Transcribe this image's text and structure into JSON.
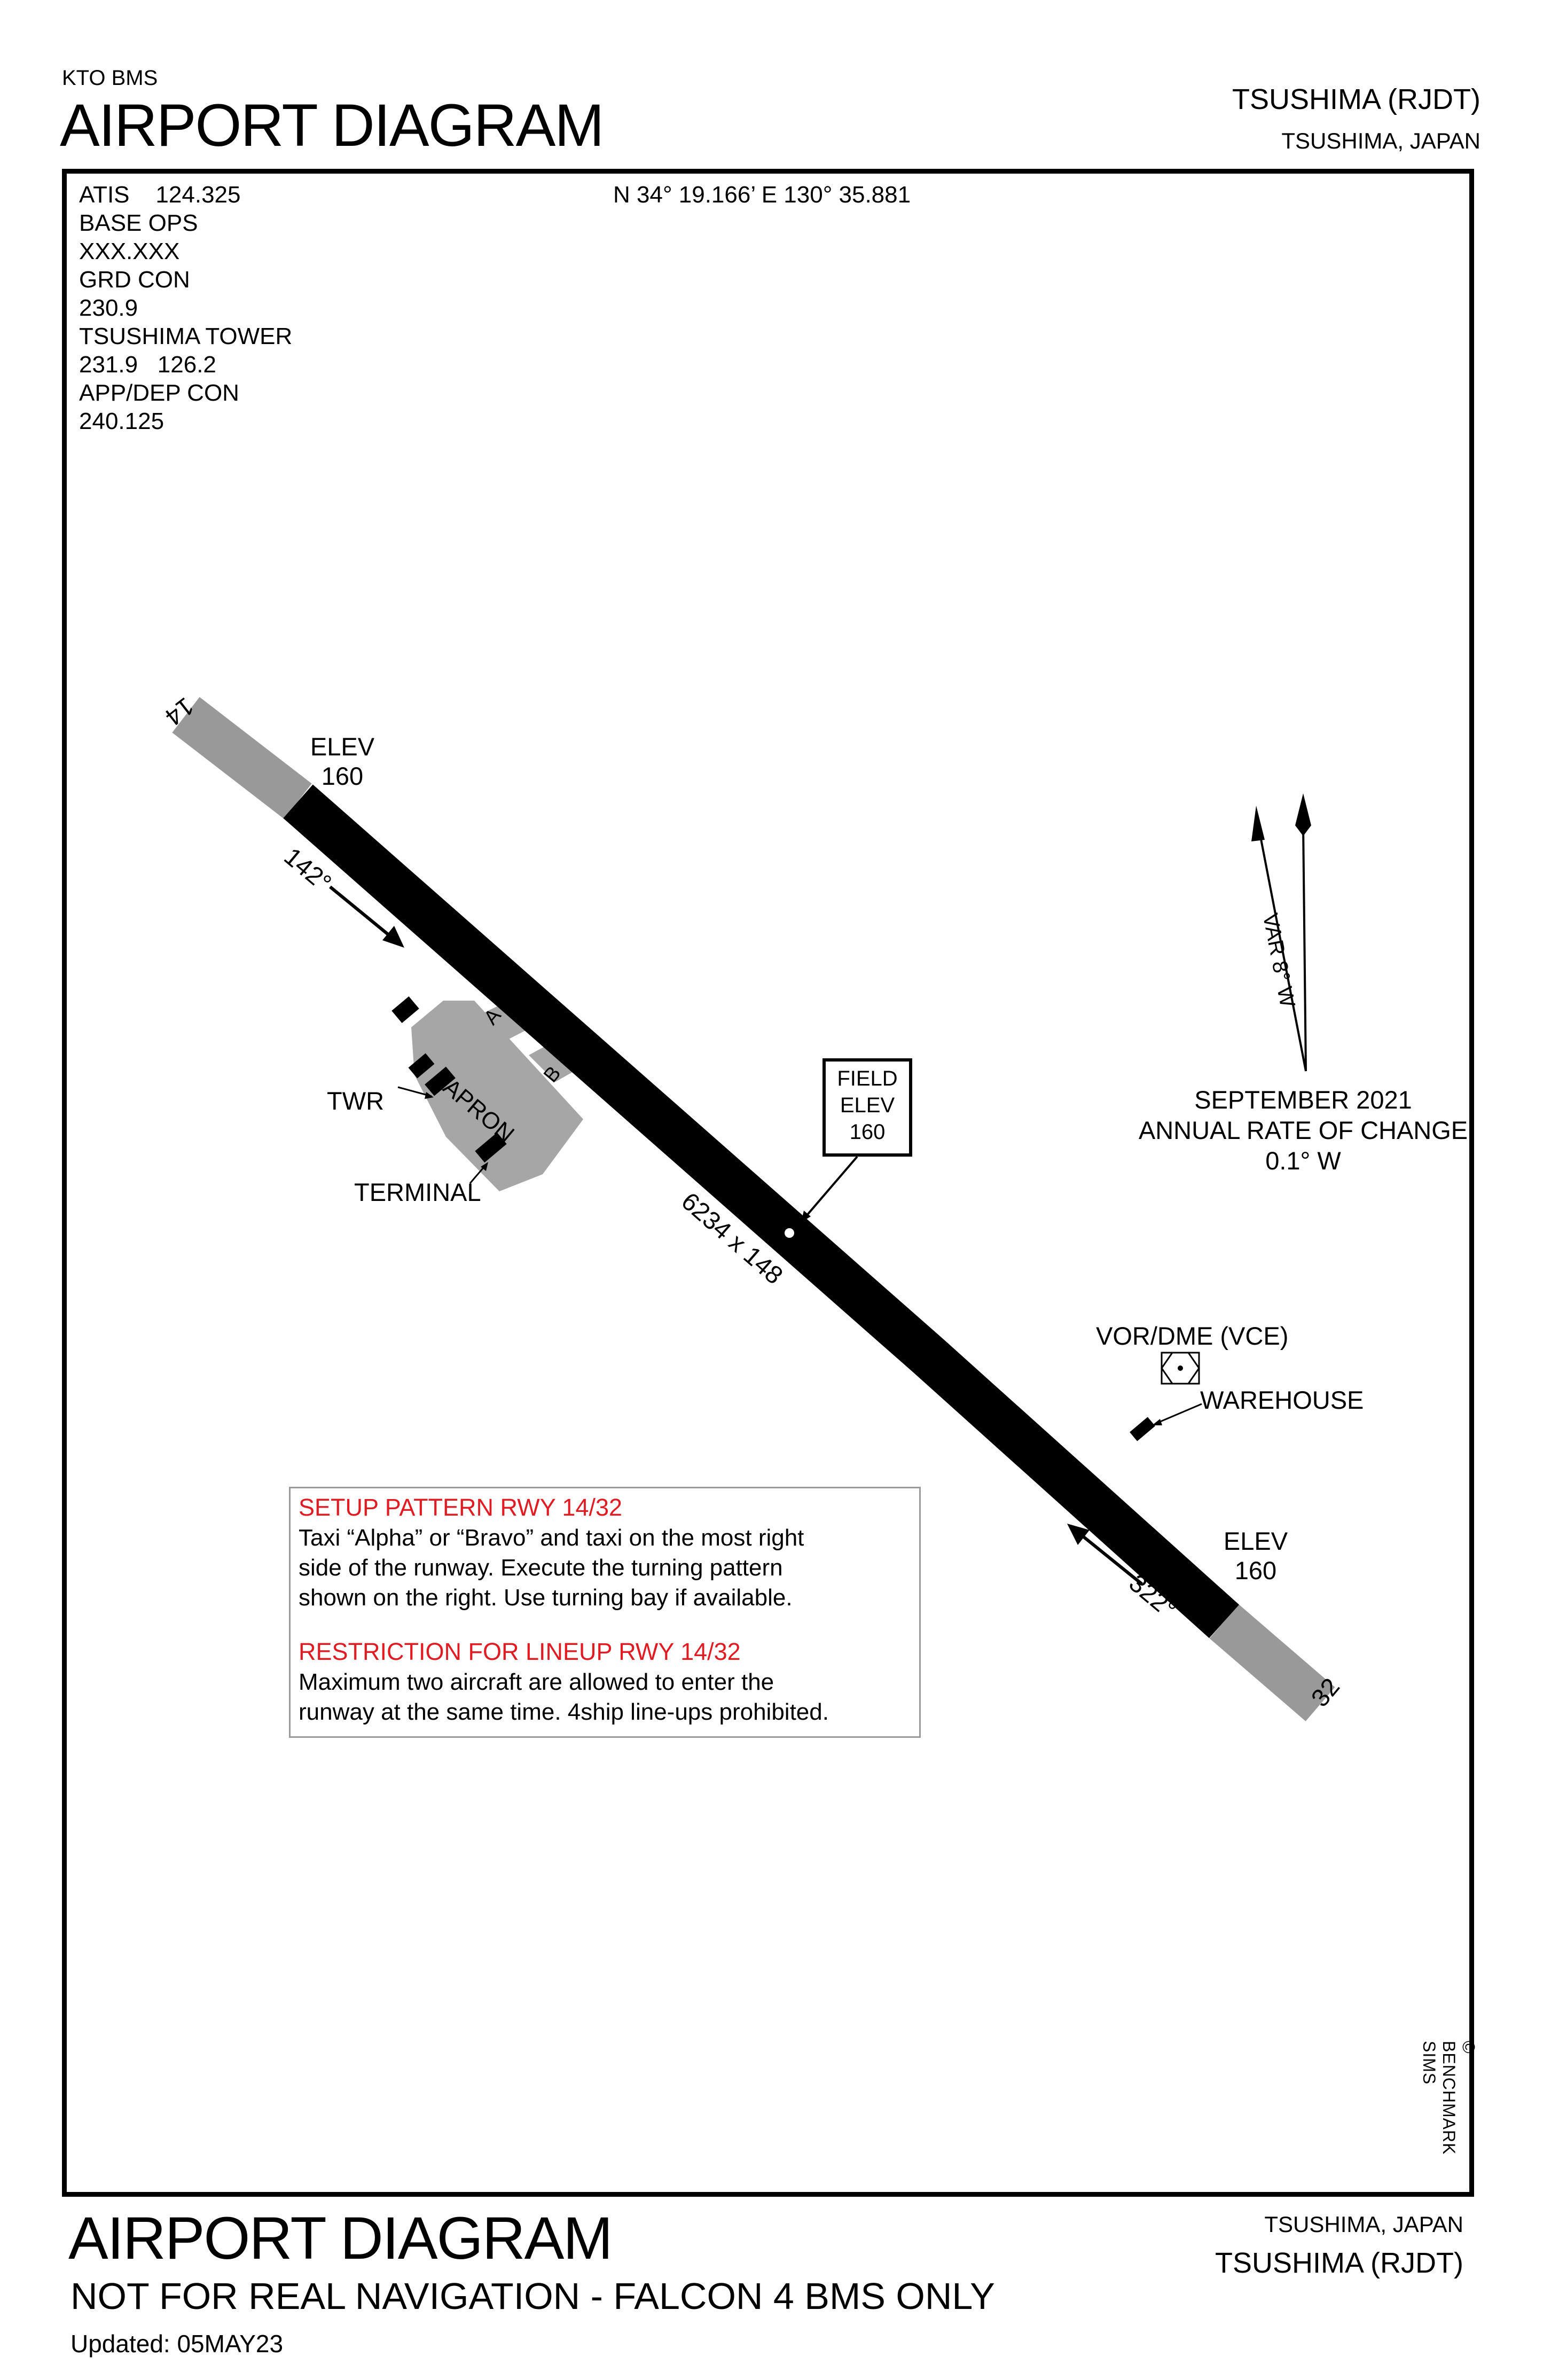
{
  "header": {
    "source": "KTO BMS",
    "title": "AIRPORT DIAGRAM",
    "airport_name": "TSUSHIMA (RJDT)",
    "location": "TSUSHIMA, JAPAN"
  },
  "coordinates": "N 34° 19.166’ E 130° 35.881",
  "frequencies": {
    "atis_line": "ATIS    124.325",
    "base_ops_label": "BASE OPS",
    "base_ops_freq": "XXX.XXX",
    "grd_con_label": "GRD CON",
    "grd_con_freq": "230.9",
    "tower_label": "TSUSHIMA TOWER",
    "tower_freq": "231.9   126.2",
    "app_dep_label": "APP/DEP CON",
    "app_dep_freq": "240.125"
  },
  "runway": {
    "end_north": "14",
    "end_south": "32",
    "heading_north": "142°",
    "heading_south": "322°",
    "dimensions": "6234 x 148",
    "elev_label": "ELEV",
    "elev_north": "160",
    "elev_south": "160"
  },
  "field_elev": {
    "line1": "FIELD",
    "line2": "ELEV",
    "line3": "160"
  },
  "taxiways": {
    "a": "A",
    "b": "B"
  },
  "apron_label": "APRON",
  "twr_label": "TWR",
  "terminal_label": "TERMINAL",
  "vor_label": "VOR/DME (VCE)",
  "warehouse_label": "WAREHOUSE",
  "variation": {
    "var_label": "VAR 8° W",
    "date": "SEPTEMBER 2021",
    "rate_label": "ANNUAL RATE OF CHANGE",
    "rate_value": "0.1° W"
  },
  "notes": {
    "setup_title": "SETUP PATTERN RWY 14/32",
    "setup_line1": "Taxi “Alpha” or “Bravo” and taxi on the most right",
    "setup_line2": "side of the runway. Execute the turning pattern",
    "setup_line3": "shown on the right. Use turning bay if available.",
    "lineup_title": "RESTRICTION FOR LINEUP RWY 14/32",
    "lineup_line1": "Maximum two aircraft are allowed to enter the",
    "lineup_line2": "runway at the same time. 4ship line-ups prohibited."
  },
  "copyright": "© BENCHMARK SIMS",
  "footer": {
    "title": "AIRPORT DIAGRAM",
    "disclaimer": "NOT FOR REAL NAVIGATION - FALCON 4 BMS ONLY",
    "updated": "Updated: 05MAY23",
    "location": "TSUSHIMA, JAPAN",
    "airport_name": "TSUSHIMA (RJDT)"
  },
  "colors": {
    "runway": "#000000",
    "overrun": "#999999",
    "apron": "#a6a6a6",
    "warning_text": "#e11b22",
    "pattern_line": "#e11b22"
  }
}
